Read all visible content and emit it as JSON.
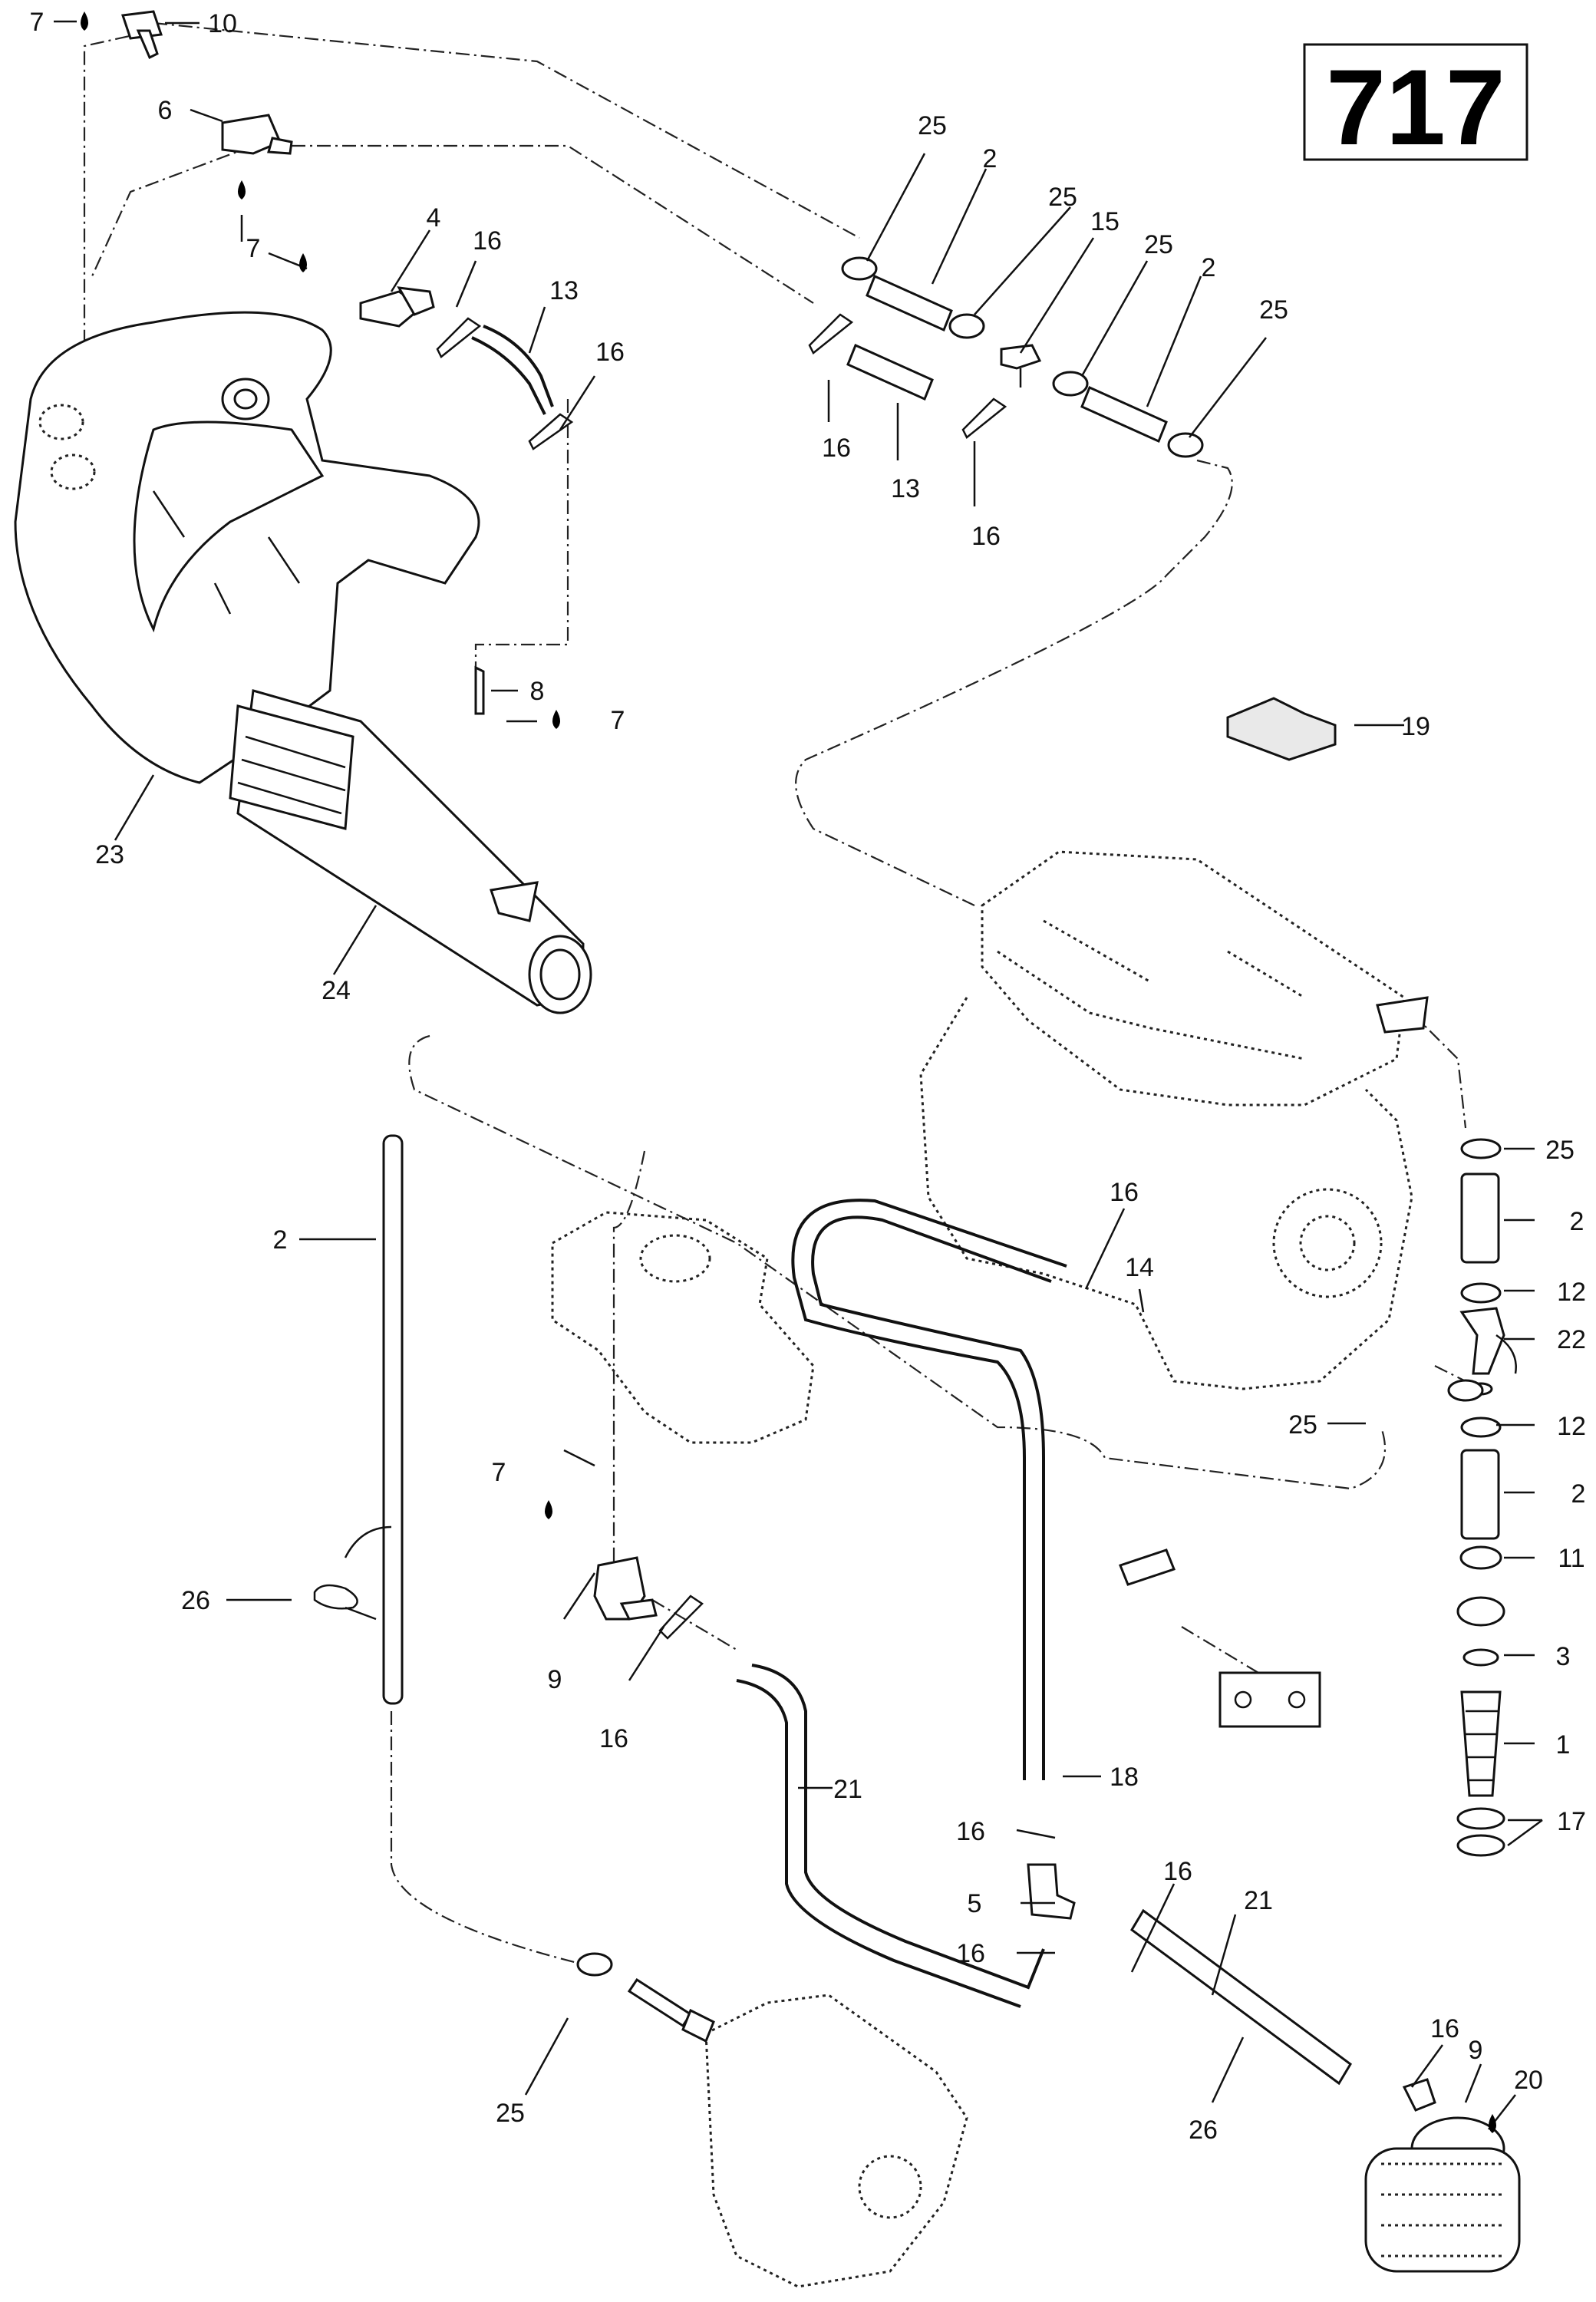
{
  "diagram_code": "717",
  "callouts": [
    {
      "id": "c7a",
      "label": "7"
    },
    {
      "id": "c10",
      "label": "10"
    },
    {
      "id": "c6",
      "label": "6"
    },
    {
      "id": "c7b",
      "label": "7"
    },
    {
      "id": "c4",
      "label": "4"
    },
    {
      "id": "c16a",
      "label": "16"
    },
    {
      "id": "c13a",
      "label": "13"
    },
    {
      "id": "c16b",
      "label": "16"
    },
    {
      "id": "c25a",
      "label": "25"
    },
    {
      "id": "c2a",
      "label": "2"
    },
    {
      "id": "c25b",
      "label": "25"
    },
    {
      "id": "c15",
      "label": "15"
    },
    {
      "id": "c25c",
      "label": "25"
    },
    {
      "id": "c2b",
      "label": "2"
    },
    {
      "id": "c25d",
      "label": "25"
    },
    {
      "id": "c16c",
      "label": "16"
    },
    {
      "id": "c13b",
      "label": "13"
    },
    {
      "id": "c16d",
      "label": "16"
    },
    {
      "id": "c8",
      "label": "8"
    },
    {
      "id": "c7c",
      "label": "7"
    },
    {
      "id": "c19",
      "label": "19"
    },
    {
      "id": "c23",
      "label": "23"
    },
    {
      "id": "c24",
      "label": "24"
    },
    {
      "id": "c25e",
      "label": "25"
    },
    {
      "id": "c2c",
      "label": "2"
    },
    {
      "id": "c12a",
      "label": "12"
    },
    {
      "id": "c22",
      "label": "22"
    },
    {
      "id": "c25f",
      "label": "25"
    },
    {
      "id": "c12b",
      "label": "12"
    },
    {
      "id": "c2d",
      "label": "2"
    },
    {
      "id": "c11",
      "label": "11"
    },
    {
      "id": "c3",
      "label": "3"
    },
    {
      "id": "c1",
      "label": "1"
    },
    {
      "id": "c17",
      "label": "17"
    },
    {
      "id": "c2e",
      "label": "2"
    },
    {
      "id": "c26a",
      "label": "26"
    },
    {
      "id": "c7d",
      "label": "7"
    },
    {
      "id": "c9a",
      "label": "9"
    },
    {
      "id": "c16e",
      "label": "16"
    },
    {
      "id": "c16f",
      "label": "16"
    },
    {
      "id": "c14",
      "label": "14"
    },
    {
      "id": "c21a",
      "label": "21"
    },
    {
      "id": "c18",
      "label": "18"
    },
    {
      "id": "c16g",
      "label": "16"
    },
    {
      "id": "c5",
      "label": "5"
    },
    {
      "id": "c16h",
      "label": "16"
    },
    {
      "id": "c16i",
      "label": "16"
    },
    {
      "id": "c21b",
      "label": "21"
    },
    {
      "id": "c25g",
      "label": "25"
    },
    {
      "id": "c26b",
      "label": "26"
    },
    {
      "id": "c16j",
      "label": "16"
    },
    {
      "id": "c9b",
      "label": "9"
    },
    {
      "id": "c20",
      "label": "20"
    }
  ]
}
